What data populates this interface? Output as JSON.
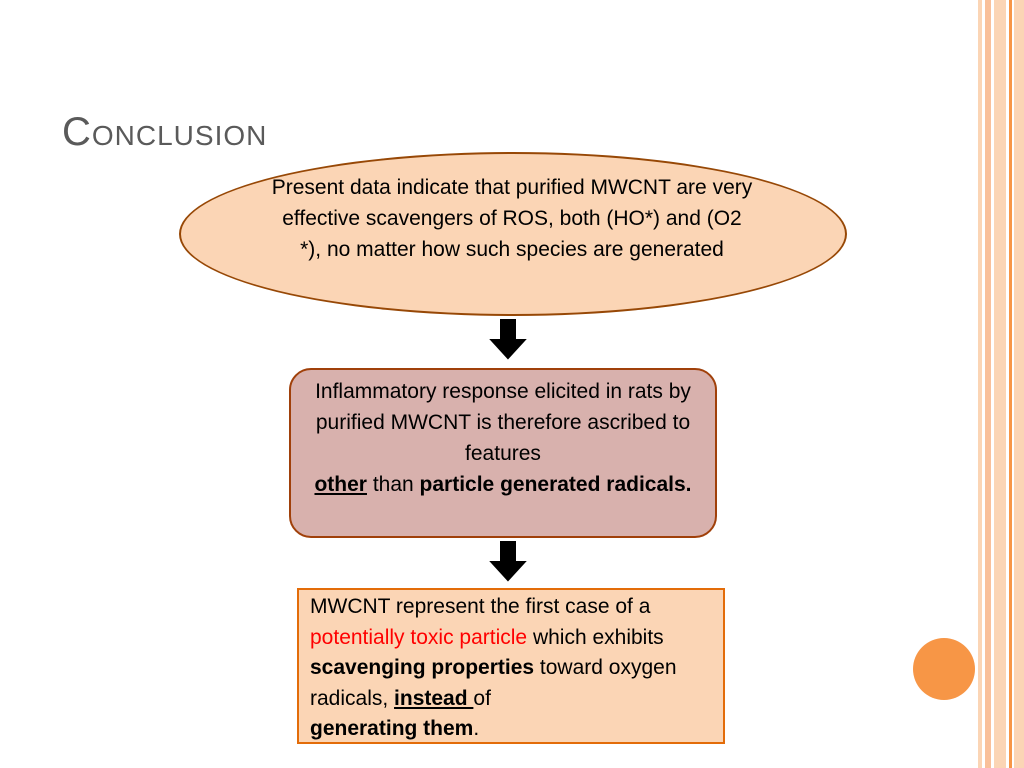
{
  "slide": {
    "title": "Conclusion",
    "colors": {
      "accent": "#f79646",
      "ellipse_fill": "#fbd5b5",
      "box_fill": "#d8b1ad",
      "highlight": "#ff0000"
    }
  },
  "ellipse": {
    "text": "Present data indicate that purified MWCNT are very effective scavengers of ROS, both (HO*) and (O2 *), no matter how such species are generated"
  },
  "middle_box": {
    "line1": "Inflammatory response elicited in rats by purified MWCNT is therefore ascribed to features",
    "other": "other",
    "than": " than ",
    "bold_tail": "particle generated radicals."
  },
  "bottom_box": {
    "p1": "MWCNT represent the first case of a ",
    "red": "potentially toxic particle",
    "p2": " which exhibits ",
    "b1": "scavenging properties",
    "p3": " toward oxygen radicals, ",
    "instead": "instead ",
    "p4": "of ",
    "b2": "generating them",
    "p5": "."
  },
  "icons": {
    "arrow": "down-arrow-icon",
    "circle": "decorative-circle-icon"
  }
}
